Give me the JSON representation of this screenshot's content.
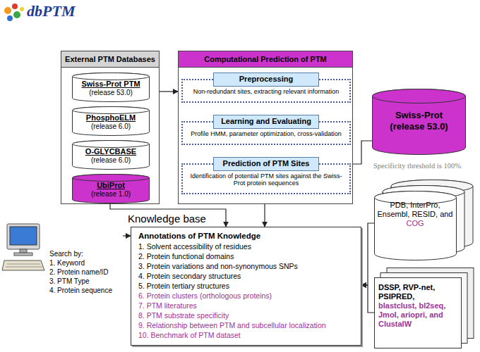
{
  "diagram": {
    "title": "dbPTM",
    "nodes": [
      {
        "text": [
          "External PTM Databases"
        ]
      },
      {
        "text": [
          "Swiss-Prot PTM",
          "(release 53.0)"
        ],
        "in": 0
      },
      {
        "text": [
          "PhosphoELM",
          "(release 6.0)"
        ],
        "in": 0
      },
      {
        "text": [
          "O-GLYCBASE",
          "(release 6.0)"
        ],
        "in": 0
      },
      {
        "text": [
          "UbiProt",
          "(release 1.0)"
        ],
        "in": 0
      },
      {
        "text": [
          "Computational Prediction of PTM"
        ]
      },
      {
        "text": [
          "Preprocessing"
        ],
        "in": 5
      },
      {
        "text": [
          "Non-redundant sites, extracting relevant information"
        ],
        "in": 5
      },
      {
        "text": [
          "Learning and Evaluating"
        ],
        "in": 5
      },
      {
        "text": [
          "Profile HMM, parameter optimization, cross-validation"
        ],
        "in": 5
      },
      {
        "text": [
          "Prediction of PTM Sites"
        ],
        "in": 5
      },
      {
        "text": [
          "Identification of potential PTM sites against the Swiss-Prot protein sequences"
        ],
        "in": 5
      },
      {
        "text": [
          "Swiss-Prot",
          "(release 53.0)"
        ]
      },
      {
        "text": [
          "Search by:",
          "1. Keyword",
          "2. Protein name/ID",
          "3. PTM Type",
          "4. Protein sequence"
        ]
      },
      {
        "text": [
          "Knowledge base",
          "Annotations of PTM Knowledge",
          "1. Solvent accessibility of residues",
          "2. Protein functional domains",
          "3. Protein variations and non-synonymous SNPs",
          "4. Protein secondary structures",
          "5. Protein tertiary structures",
          "6. Protein clusters (orthologous proteins)",
          "7. PTM literatures",
          "8. PTM substrate specificity",
          "9. Relationship between PTM and subcellular localization",
          "10. Benchmark of PTM dataset"
        ]
      },
      {
        "text": [
          "PDB, InterPro, Ensembl, RESID, and",
          "COG"
        ]
      },
      {
        "text": [
          "DSSP, RVP-net, PSIPRED,",
          "blastclust, bl2seq, Jmol, ariopri, and ClustalW"
        ]
      }
    ],
    "edges": [
      {
        "from": 0,
        "to": 5,
        "arrow": "to"
      },
      {
        "from": 7,
        "to": 8,
        "arrow": "to"
      },
      {
        "from": 9,
        "to": 10,
        "arrow": "to"
      },
      {
        "from": 12,
        "to": 10,
        "arrow": "to"
      },
      {
        "from": 5,
        "to": 14,
        "arrow": "to"
      },
      {
        "from": 0,
        "to": 14,
        "arrow": "to"
      },
      {
        "from": 13,
        "to": 14,
        "arrow": "to"
      },
      {
        "from": 15,
        "to": 14,
        "arrow": "to"
      },
      {
        "from": 16,
        "to": 14,
        "arrow": "to"
      }
    ],
    "labels": [
      "Specificity threshold is 100%"
    ]
  }
}
